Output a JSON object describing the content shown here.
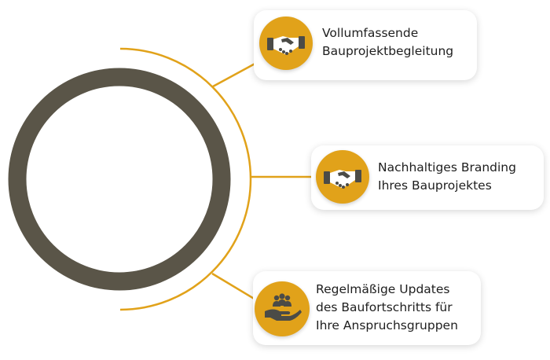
{
  "colors": {
    "accent": "#e1a21a",
    "ring": "#5a5548",
    "icon_dark": "#4b4b47",
    "icon_light": "#ffffff"
  },
  "items": [
    {
      "icon": "handshake-icon",
      "lines": [
        "Vollumfassende",
        "Bauprojektbegleitung"
      ]
    },
    {
      "icon": "handshake-icon",
      "lines": [
        "Nachhaltiges Branding",
        "Ihres Bauprojektes"
      ]
    },
    {
      "icon": "group-in-hand-icon",
      "lines": [
        "Regelmäßige Updates",
        "des Baufortschritts für",
        "Ihre Anspruchsgruppen"
      ]
    }
  ]
}
